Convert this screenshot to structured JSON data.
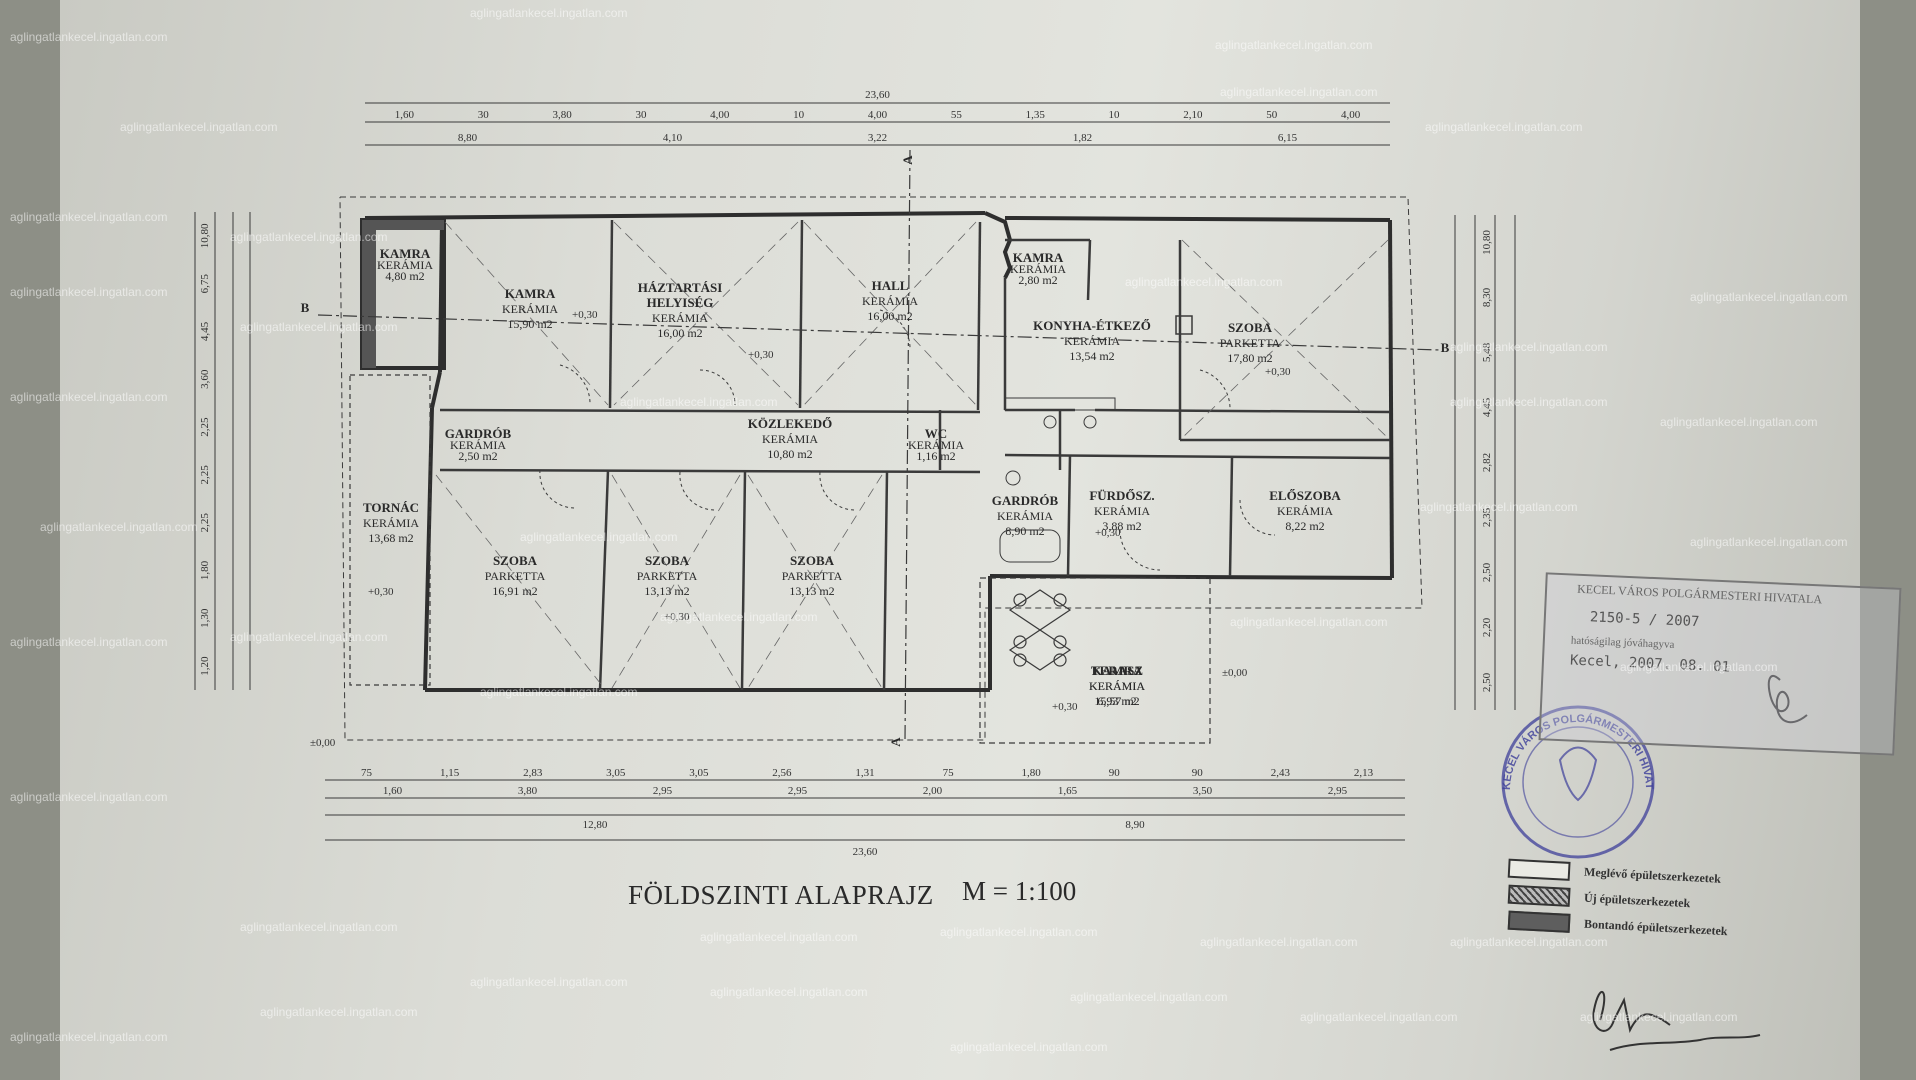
{
  "title": "FÖLDSZINTI ALAPRAJZ",
  "scale": "M = 1:100",
  "watermark": "aglingatlankecel.ingatlan.com",
  "rooms": [
    {
      "name": "KAMRA",
      "floor": "KERÁMIA",
      "area": "4,80 m2"
    },
    {
      "name": "KAMRA",
      "floor": "KERÁMIA",
      "area": "15,90 m2"
    },
    {
      "name": "HÁZTARTÁSI HELYISÉG",
      "floor": "KERÁMIA",
      "area": "16,00 m2"
    },
    {
      "name": "HALL",
      "floor": "KERÁMIA",
      "area": "16,00 m2"
    },
    {
      "name": "KAMRA",
      "floor": "KERÁMIA",
      "area": "2,80 m2"
    },
    {
      "name": "KONYHA-ÉTKEZŐ",
      "floor": "KERÁMIA",
      "area": "13,54 m2"
    },
    {
      "name": "SZOBA",
      "floor": "PARKETTA",
      "area": "17,80 m2"
    },
    {
      "name": "GARDRÓB",
      "floor": "KERÁMIA",
      "area": "2,50 m2"
    },
    {
      "name": "KÖZLEKEDŐ",
      "floor": "KERÁMIA",
      "area": "10,80 m2"
    },
    {
      "name": "WC",
      "floor": "KERÁMIA",
      "area": "1,16 m2"
    },
    {
      "name": "TORNÁC",
      "floor": "KERÁMIA",
      "area": "13,68 m2"
    },
    {
      "name": "SZOBA",
      "floor": "PARKETTA",
      "area": "16,91 m2"
    },
    {
      "name": "SZOBA",
      "floor": "PARKETTA",
      "area": "13,13 m2"
    },
    {
      "name": "SZOBA",
      "floor": "PARKETTA",
      "area": "13,13 m2"
    },
    {
      "name": "GARDRÓB",
      "floor": "KERÁMIA",
      "area": "8,90 m2"
    },
    {
      "name": "FÜRDŐSZ.",
      "floor": "KERÁMIA",
      "area": "3,88 m2"
    },
    {
      "name": "ELŐSZOBA",
      "floor": "KERÁMIA",
      "area": "8,22 m2"
    },
    {
      "name": "KAMRA",
      "floor": "KERÁMIA",
      "area": "6,93 m2"
    },
    {
      "name": "TERASZ",
      "floor": "KERÁMIA",
      "area": "15,57 m2"
    }
  ],
  "top_dims_row1": [
    "23,60"
  ],
  "top_dims_row2": [
    "1,60",
    "30",
    "3,80",
    "30",
    "4,00",
    "10",
    "4,00",
    "55",
    "1,35",
    "10",
    "2,10",
    "50",
    "4,00"
  ],
  "top_dims_row3": [
    "8,80",
    "4,10",
    "3,22",
    "1,82",
    "6,15"
  ],
  "bottom_dims_row1": [
    "75",
    "1,15",
    "2,83",
    "3,05",
    "3,05",
    "2,56",
    "1,31",
    "75",
    "1,80",
    "90",
    "90",
    "2,43",
    "2,13"
  ],
  "bottom_dims_row2": [
    "1,60",
    "3,80",
    "2,95",
    "2,95",
    "2,00",
    "1,65",
    "3,50",
    "2,95"
  ],
  "bottom_dims_row3": [
    "12,80",
    "8,90"
  ],
  "bottom_dims_row4": [
    "23,60"
  ],
  "left_dims": [
    "10,80",
    "6,75",
    "4,45",
    "3,60",
    "2,25",
    "2,25",
    "2,25",
    "1,80",
    "1,30",
    "1,20"
  ],
  "right_dims": [
    "10,80",
    "8,30",
    "5,48",
    "4,45",
    "2,82",
    "2,35",
    "2,50",
    "2,20",
    "2,50"
  ],
  "levels": [
    "±0,00",
    "±0,00",
    "+0,30",
    "+0,30",
    "+0,30",
    "+0,30",
    "+0,30",
    "+0,30",
    "+0,30"
  ],
  "section_markers": [
    "A",
    "A",
    "B",
    "B"
  ],
  "legend": [
    {
      "label": "Meglévő épületszerkezetek",
      "kind": "existing"
    },
    {
      "label": "Új épületszerkezetek",
      "kind": "new"
    },
    {
      "label": "Bontandó épületszerkezetek",
      "kind": "demolish"
    }
  ],
  "stamp": {
    "header": "KECEL VÁROS POLGÁRMESTERI HIVATALA",
    "number": "2150-5 / 2007",
    "note": "hatóságilag jóváhagyva",
    "date": "Kecel, 2007. 08. 01"
  },
  "seal_text": "KECEL VÁROS POLGÁRMESTERI HIVATALA"
}
